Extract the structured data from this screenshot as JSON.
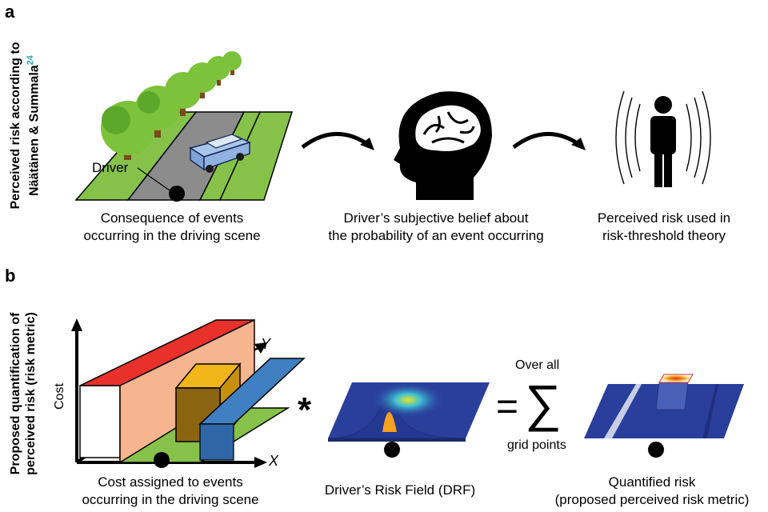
{
  "panel_a": {
    "letter": "a",
    "side_label_line1": "Perceived risk according to",
    "side_label_line2": "Näätänen & Summala",
    "side_label_ref": "24",
    "driver_label": "Driver",
    "captions": [
      {
        "line1": "Consequence of events",
        "line2": "occurring in the driving scene"
      },
      {
        "line1": "Driver’s subjective belief about",
        "line2": "the probability of an event occurring"
      },
      {
        "line1": "Perceived risk used in",
        "line2": "risk-threshold theory"
      }
    ]
  },
  "panel_b": {
    "letter": "b",
    "side_label_line1": "Proposed quantification of",
    "side_label_line2": "perceived risk (risk metric)",
    "axis_cost": "Cost",
    "axis_x": "X",
    "axis_y": "Y",
    "multiply_symbol": "*",
    "equals_symbol": "=",
    "sum_symbol": "∑",
    "sum_top": "Over all",
    "sum_bottom": "grid points",
    "captions": [
      {
        "line1": "Cost assigned to events",
        "line2": "occurring in the driving scene"
      },
      {
        "line1": "Driver’s Risk Field (DRF)",
        "line2": ""
      },
      {
        "line1": "Quantified risk",
        "line2": "(proposed perceived risk metric)"
      }
    ]
  },
  "colors": {
    "grass": "#86c24a",
    "road": "#8c8c8c",
    "tree_foliage": "#7cc23a",
    "trunk": "#7a4a1e",
    "car": "#a9c6ea",
    "red_wall": "#e8312a",
    "peach_wall": "#f6b48f",
    "yellow_box": "#f2b51a",
    "blue_wall": "#3f7fc2",
    "drf_surface": "#2a3f9c",
    "ref_color": "#2aa7b8"
  }
}
